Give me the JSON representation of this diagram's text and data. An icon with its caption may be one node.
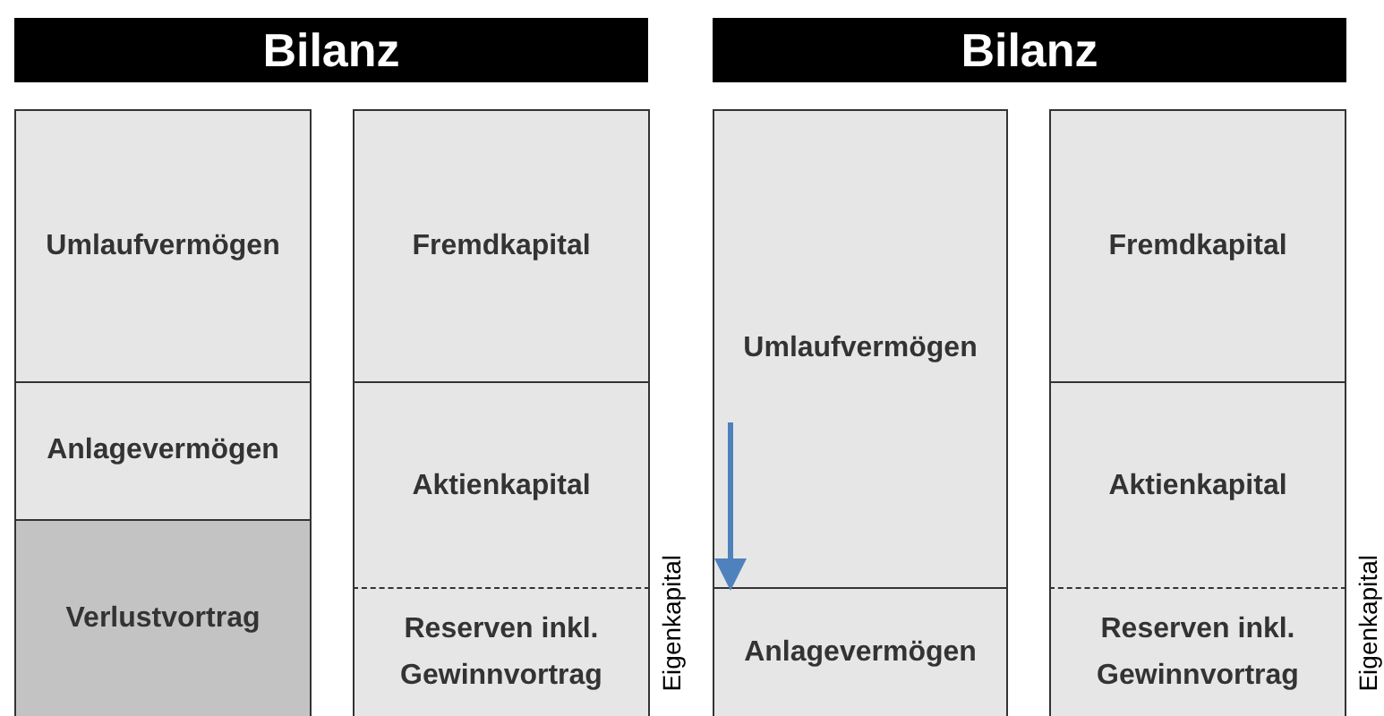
{
  "diagram": {
    "nodes": [
      {
        "text": [
          "Bilanz"
        ]
      },
      {
        "text": [
          "Umlaufvermögen"
        ]
      },
      {
        "text": [
          "Anlagevermögen"
        ]
      },
      {
        "text": [
          "Verlustvortrag"
        ]
      },
      {
        "text": [
          "Fremdkapital"
        ]
      },
      {
        "text": [
          "Aktienkapital"
        ]
      },
      {
        "text": [
          "Reserven inkl. Gewinnvortrag"
        ]
      },
      {
        "text": [
          "Bilanz"
        ]
      },
      {
        "text": [
          "Umlaufvermögen"
        ]
      },
      {
        "text": [
          "Anlagevermögen"
        ]
      },
      {
        "text": [
          "Fremdkapital"
        ]
      },
      {
        "text": [
          "Aktienkapital"
        ]
      },
      {
        "text": [
          "Reserven inkl. Gewinnvortrag"
        ]
      }
    ],
    "edges": [
      {
        "from": 8,
        "to": 9,
        "arrow": "to",
        "color": "#4f81bd"
      }
    ],
    "labels": [
      "Eigenkapital",
      "Eigenkapital"
    ]
  }
}
